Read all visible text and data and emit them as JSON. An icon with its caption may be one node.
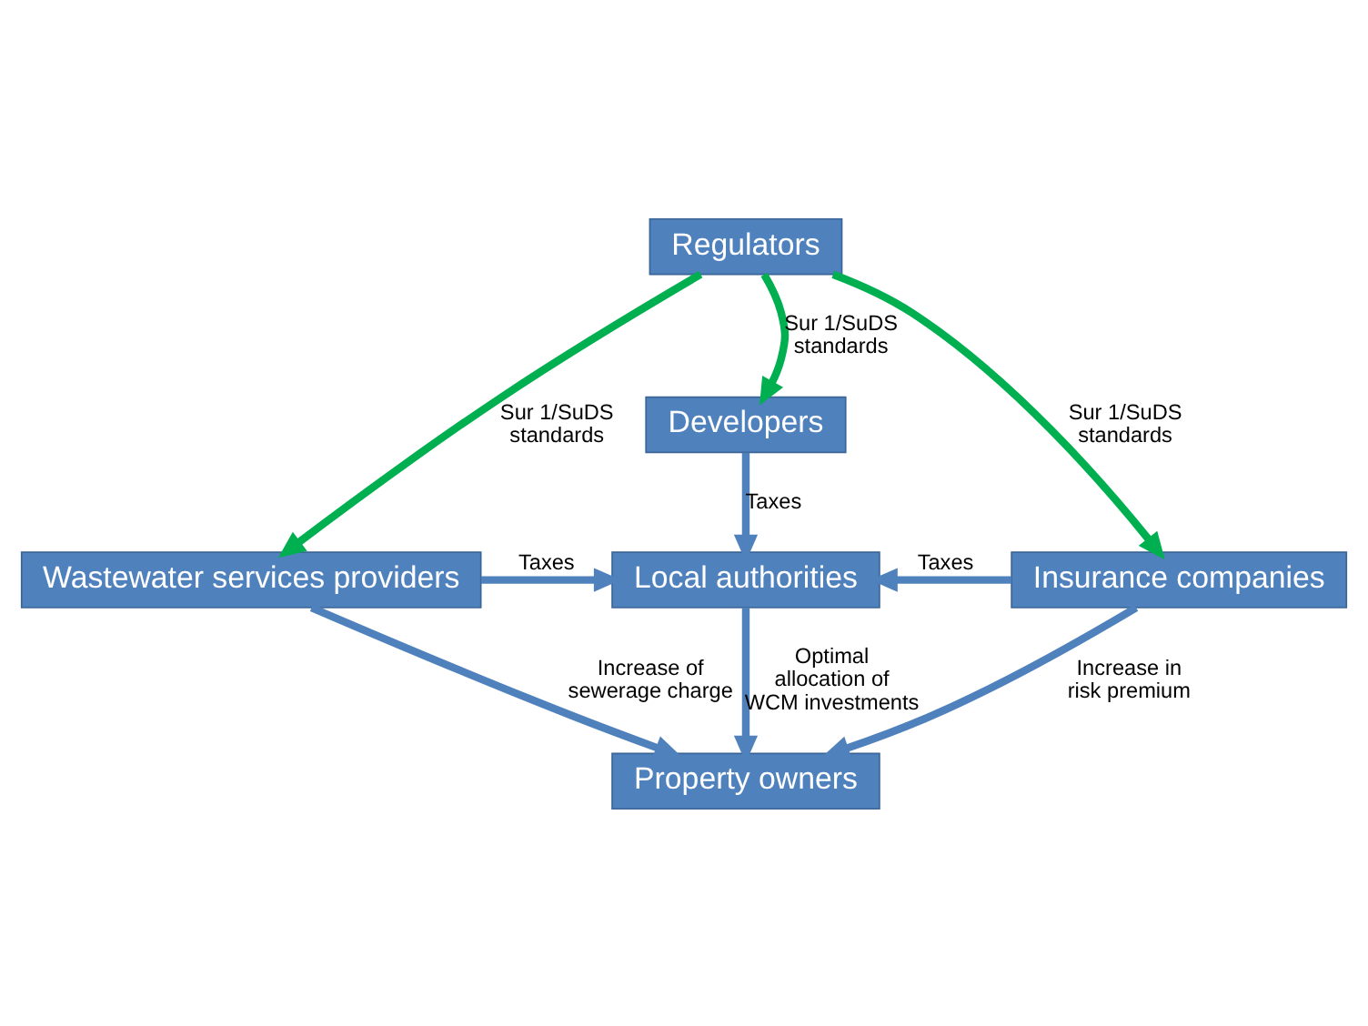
{
  "diagram": {
    "nodes": [
      {
        "text": [
          "Regulators"
        ]
      },
      {
        "text": [
          "Developers"
        ]
      },
      {
        "text": [
          "Wastewater services providers"
        ]
      },
      {
        "text": [
          "Local authorities"
        ]
      },
      {
        "text": [
          "Insurance companies"
        ]
      },
      {
        "text": [
          "Property owners"
        ]
      }
    ],
    "edges": [
      {
        "from": 0,
        "to": 2,
        "arrow": "to",
        "label": "Sur 1/SuDS standards",
        "color": "#00b050"
      },
      {
        "from": 0,
        "to": 1,
        "arrow": "to",
        "label": "Sur 1/SuDS standards",
        "color": "#00b050"
      },
      {
        "from": 0,
        "to": 4,
        "arrow": "to",
        "label": "Sur 1/SuDS standards",
        "color": "#00b050"
      },
      {
        "from": 1,
        "to": 3,
        "arrow": "to",
        "label": "Taxes"
      },
      {
        "from": 2,
        "to": 3,
        "arrow": "to",
        "label": "Taxes"
      },
      {
        "from": 4,
        "to": 3,
        "arrow": "to",
        "label": "Taxes"
      },
      {
        "from": 2,
        "to": 5,
        "arrow": "to",
        "label": "Increase of sewerage charge"
      },
      {
        "from": 3,
        "to": 5,
        "arrow": "to",
        "label": "Optimal allocation of WCM investments"
      },
      {
        "from": 4,
        "to": 5,
        "arrow": "to",
        "label": "Increase in risk premium"
      }
    ]
  }
}
